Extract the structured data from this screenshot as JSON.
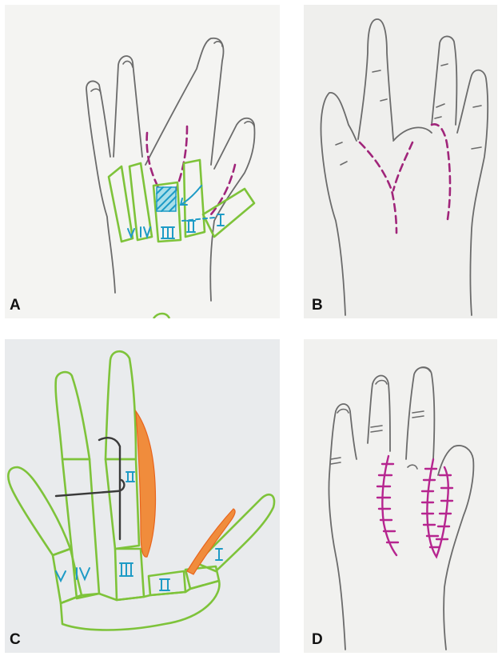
{
  "panels": [
    {
      "label": "A"
    },
    {
      "label": "B"
    },
    {
      "label": "C"
    },
    {
      "label": "D"
    }
  ],
  "colors": {
    "pencil": "#6b6b6b",
    "flap_marker": "#a0257a",
    "bone_outline": "#7ec33a",
    "roman_numerals": "#1e9bc6",
    "graft": "#f08c3c",
    "sutures": "#b6258f"
  }
}
